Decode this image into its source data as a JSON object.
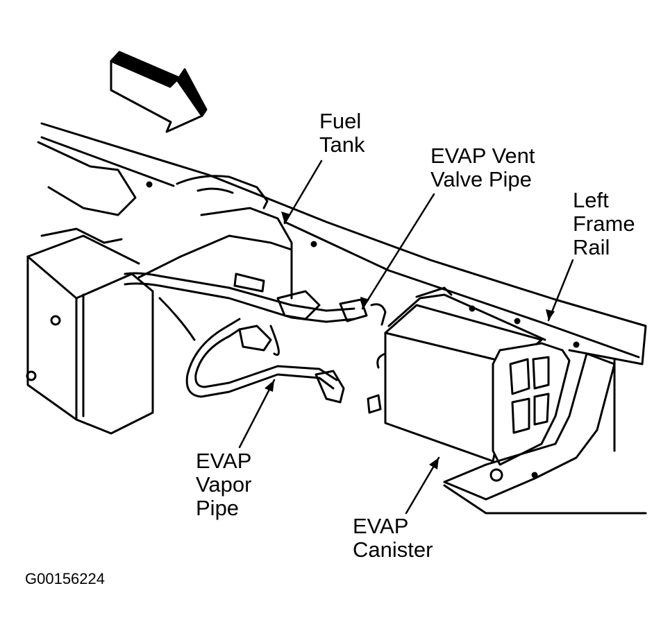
{
  "labels": {
    "fuel_tank": [
      "Fuel",
      "Tank"
    ],
    "evap_vent_valve_pipe": [
      "EVAP Vent",
      "Valve Pipe"
    ],
    "left_frame_rail": [
      "Left",
      "Frame",
      "Rail"
    ],
    "evap_vapor_pipe": [
      "EVAP",
      "Vapor",
      "Pipe"
    ],
    "evap_canister": [
      "EVAP",
      "Canister"
    ]
  },
  "figure_id": "G00156224",
  "colors": {
    "ink": "#000000",
    "paper": "#ffffff"
  }
}
